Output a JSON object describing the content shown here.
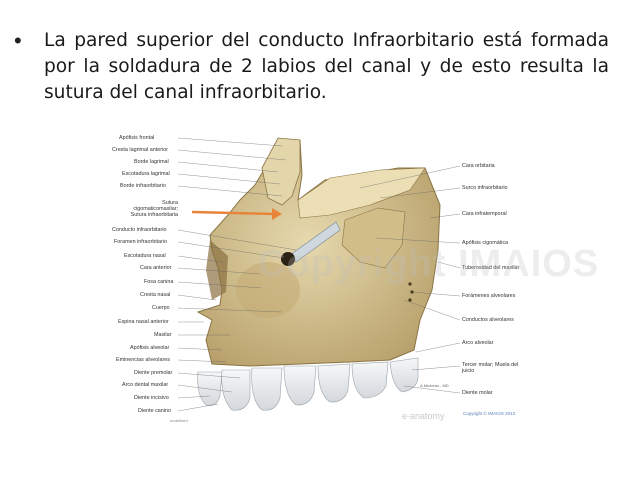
{
  "slide": {
    "bullet": "•",
    "text": "La pared superior del conducto Infraorbitario está formada por la soldadura de 2 labios del canal y de esto resulta la sutura del canal infraorbitario."
  },
  "figure": {
    "watermark": "Copyright IMAIOS",
    "watermark2": "e-anatomy",
    "copyright": "Copyright © IMAIOS 2013",
    "authors": "A.Micheau - MD",
    "undefined_label": "undefined",
    "left_labels": [
      "Apófisis frontal",
      "Cresta lagrimal anterior",
      "Borde lagrimal",
      "Escotadura lagrimal",
      "Borde infraorbitario",
      "Sutura cigomaticomaxilar; Sutura infraorbitaria",
      "Conducto infraorbitario",
      "Foramen infraorbitario",
      "Escotadura nasal",
      "Cara anterior",
      "Fosa canina",
      "Cresta nasal",
      "Cuerpo",
      "Espina nasal anterior",
      "Maxilar",
      "Apófisis alveolar",
      "Eminencias alveolares",
      "Diente premolar",
      "Arco dental maxilar",
      "Diente incisivo",
      "Diente canino"
    ],
    "right_labels": [
      "Cara orbitaria",
      "Surco infraorbitario",
      "Cara infratemporal",
      "Apófisis cigomática",
      "Tuberosidad del maxilar",
      "Forámenes alveolares",
      "Conductos alveolares",
      "Arco alveolar",
      "Tercer molar; Muela del juicio",
      "Diente molar"
    ],
    "colors": {
      "bone": "#d9c99c",
      "bone_shadow": "#b8a26f",
      "teeth": "#eef0f2",
      "arrow": "#e8843a",
      "lines": "#555555"
    }
  }
}
